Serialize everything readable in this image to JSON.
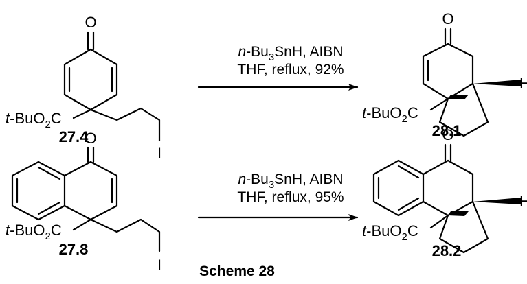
{
  "scheme_title": "Scheme 28",
  "reactions": [
    {
      "reactant": {
        "id": "27.4",
        "carbonyl_O": "O",
        "ester_prefix": "t",
        "ester_label": "-BuO",
        "ester_sub": "2",
        "ester_suffix": "C",
        "iodide": "I"
      },
      "conditions": {
        "reagent_prefix": "n",
        "reagent_main": "-Bu",
        "reagent_sub": "3",
        "reagent_rest": "SnH, AIBN",
        "line2": "THF, reflux, 92%"
      },
      "product": {
        "id": "28.1",
        "carbonyl_O": "O",
        "ester_prefix": "t",
        "ester_label": "-BuO",
        "ester_sub": "2",
        "ester_suffix": "C",
        "hydrogen": "H"
      }
    },
    {
      "reactant": {
        "id": "27.8",
        "carbonyl_O": "O",
        "ester_prefix": "t",
        "ester_label": "-BuO",
        "ester_sub": "2",
        "ester_suffix": "C",
        "iodide": "I"
      },
      "conditions": {
        "reagent_prefix": "n",
        "reagent_main": "-Bu",
        "reagent_sub": "3",
        "reagent_rest": "SnH, AIBN",
        "line2": "THF, reflux, 95%"
      },
      "product": {
        "id": "28.2",
        "carbonyl_O": "O",
        "ester_prefix": "t",
        "ester_label": "-BuO",
        "ester_sub": "2",
        "ester_suffix": "C",
        "hydrogen": "H"
      }
    }
  ]
}
